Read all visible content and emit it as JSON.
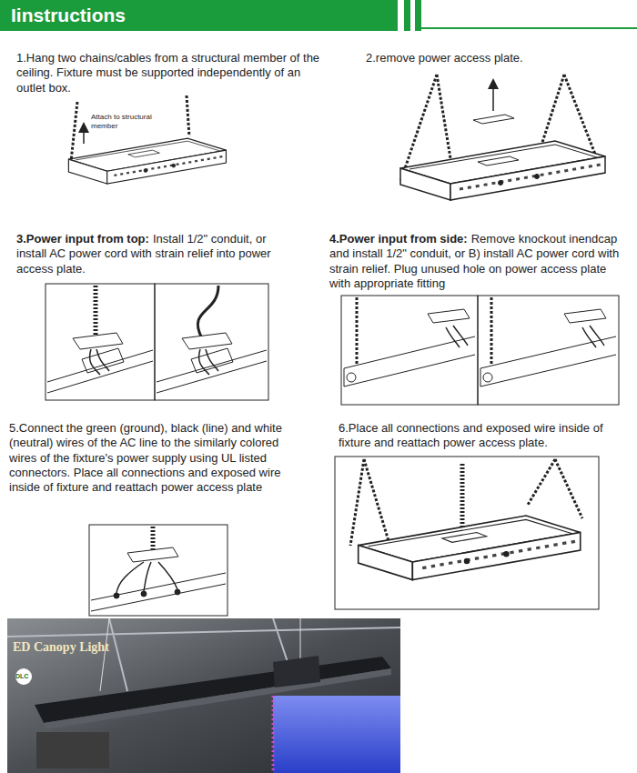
{
  "diagram": {
    "title": "Iinstructions",
    "labels": [
      "1.Hang two chains/cables from a structural member of the ceiling. Fixture must be supported independently of an outlet box.",
      "Attach to structural member",
      "2.remove power access plate.",
      "3.Power input from top:",
      "Install 1/2\" conduit, or install AC power cord with strain relief into power access plate.",
      "4.Power input from side:",
      "Remove knockout inendcap and install 1/2\" conduit, or B) install AC power cord with strain relief. Plug unused hole on power access plate with appropriate fitting",
      "5.Connect the green (ground), black (line) and white (neutral) wires of the AC line to the similarly colored wires of the fixture's power supply using UL listed connectors. Place all connections and exposed wire inside of fixture and reattach power access plate",
      "6.Place all connections and exposed wire inside of fixture and reattach power access plate.",
      "ED Canopy Light",
      "DLC"
    ]
  }
}
